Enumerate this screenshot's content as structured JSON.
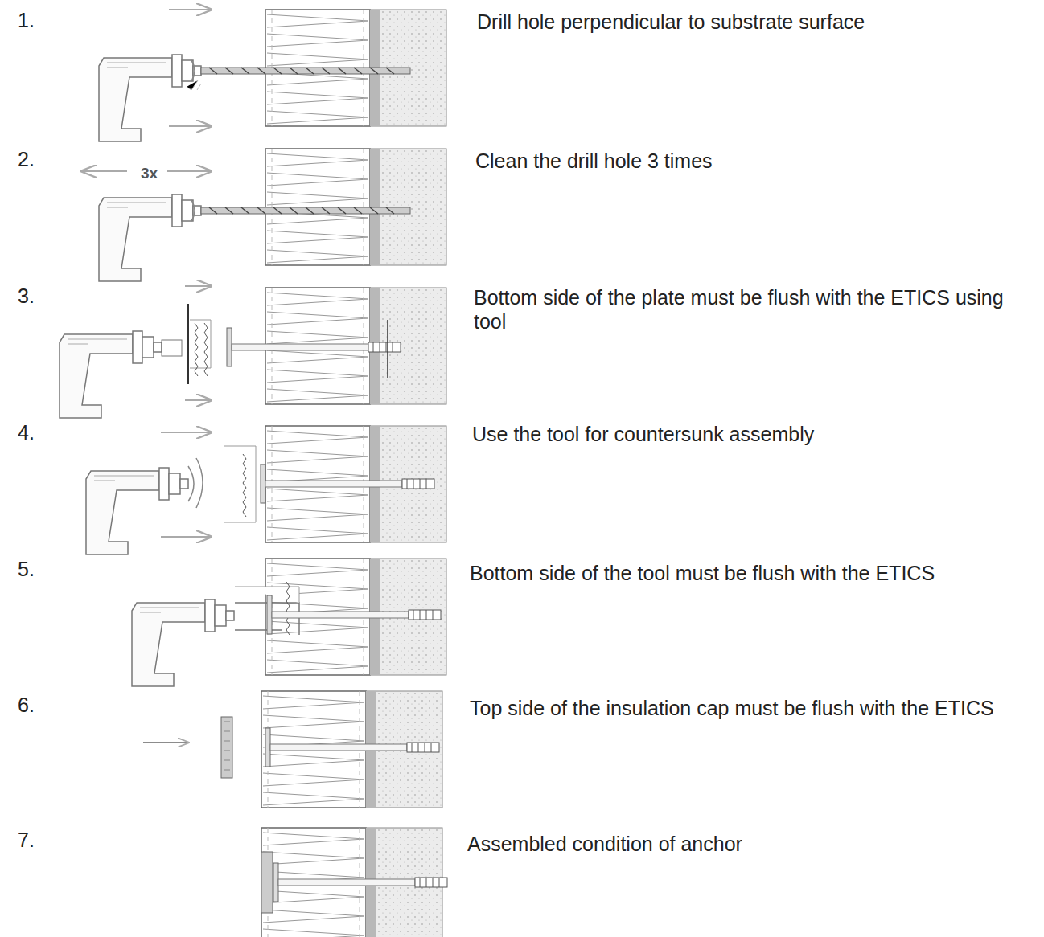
{
  "diagram": {
    "labels": [
      "1.",
      "Drill hole perpendicular to substrate surface",
      "2.",
      "3x",
      "Clean the drill hole 3 times",
      "3.",
      "Bottom side of the plate must be flush with the ETICS using tool",
      "4.",
      "Use the tool for countersunk assembly",
      "5.",
      "Bottom side of the tool must be flush with the ETICS",
      "6.",
      "Top side of the insulation cap must be flush with the ETICS",
      "7.",
      "Assembled condition of anchor"
    ]
  }
}
